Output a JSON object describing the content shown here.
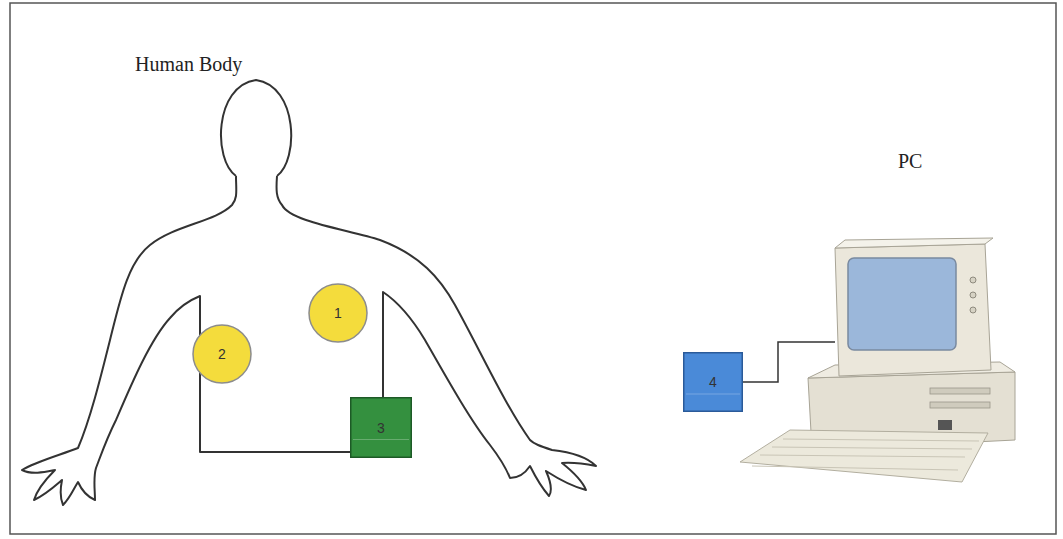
{
  "diagram": {
    "nodes": [
      {
        "text": [
          "Human Body"
        ]
      },
      {
        "text": [
          "1"
        ],
        "in": 0
      },
      {
        "text": [
          "2"
        ],
        "in": 0
      },
      {
        "text": [
          "3"
        ],
        "in": 0
      },
      {
        "text": [
          "4"
        ]
      },
      {
        "text": [
          "PC"
        ]
      }
    ],
    "edges": [
      {
        "from": 4,
        "to": 5,
        "arrow": "none"
      }
    ]
  }
}
